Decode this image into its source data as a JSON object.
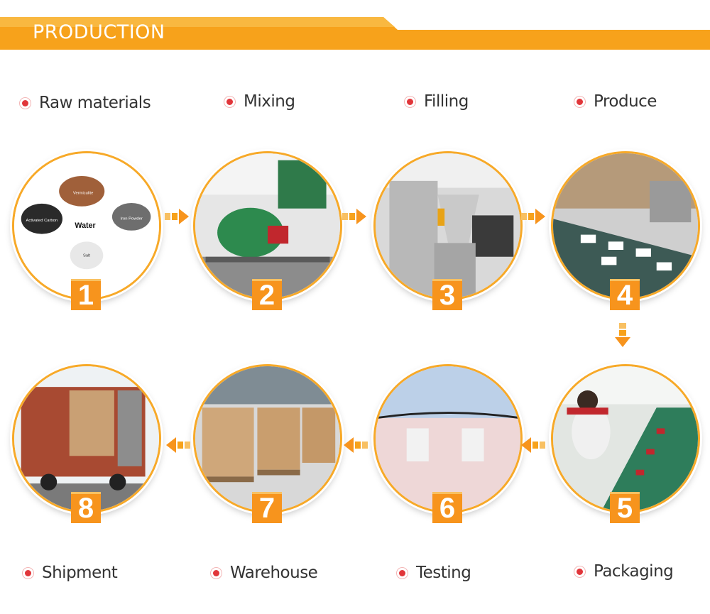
{
  "header": {
    "title": "PRODUCTION"
  },
  "colors": {
    "accent": "#f7941d",
    "bullet": "#e1363a"
  },
  "steps": [
    {
      "number": "1",
      "label": "Raw materials",
      "materials": {
        "vermiculite": "Vermiculite",
        "activated_carbon": "Activated Carbon",
        "water": "Water",
        "iron_powder": "Iron Powder",
        "salt": "Salt"
      }
    },
    {
      "number": "2",
      "label": "Mixing"
    },
    {
      "number": "3",
      "label": "Filling"
    },
    {
      "number": "4",
      "label": "Produce"
    },
    {
      "number": "5",
      "label": "Packaging"
    },
    {
      "number": "6",
      "label": "Testing"
    },
    {
      "number": "7",
      "label": "Warehouse"
    },
    {
      "number": "8",
      "label": "Shipment"
    }
  ],
  "icons": {
    "flow_arrow": "double-chevron-arrow-icon",
    "bullet": "radio-dot-icon"
  }
}
